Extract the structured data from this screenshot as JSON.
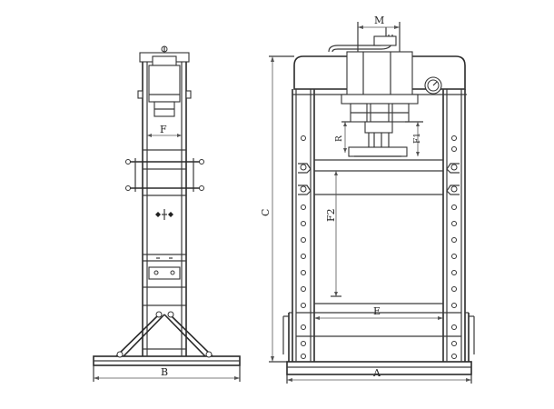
{
  "labels": {
    "M": "M",
    "F": "F",
    "F1": "F1",
    "F2": "F2",
    "R": "R",
    "E": "E",
    "C": "C",
    "A": "A",
    "B": "B"
  }
}
